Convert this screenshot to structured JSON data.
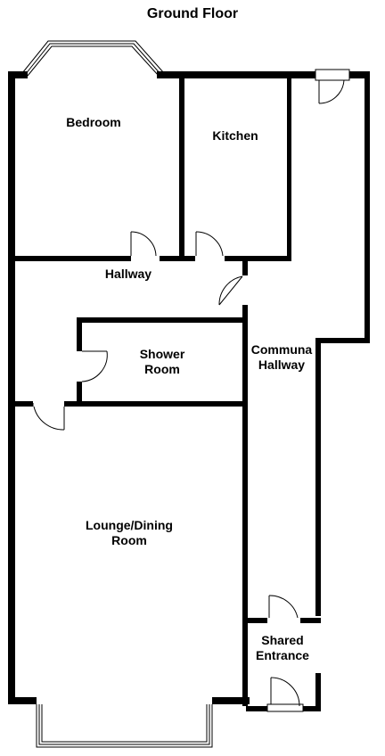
{
  "title": "Ground Floor",
  "rooms": {
    "bedroom": "Bedroom",
    "kitchen": "Kitchen",
    "hallway": "Hallway",
    "shower_room": "Shower\nRoom",
    "communal_hallway": "Communa\nHallway",
    "lounge_dining": "Lounge/Dining\nRoom",
    "shared_entrance": "Shared\nEntrance"
  },
  "colors": {
    "wall": "#000000",
    "background": "#ffffff"
  }
}
